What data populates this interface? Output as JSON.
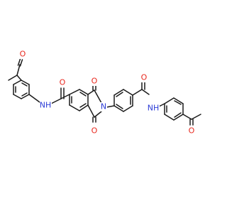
{
  "molecule": {
    "atoms": {
      "o_acetyl_left": "O",
      "nh_left": "NH",
      "o_amide_left": "O",
      "o_imide_top": "O",
      "n_imide": "N",
      "o_imide_bottom": "O",
      "o_amide_right": "O",
      "nh_right": "NH",
      "o_acetyl_right": "O"
    },
    "colors": {
      "bond": "#1a1a1a",
      "oxygen": "#e8281e",
      "nitrogen": "#2b3bd6"
    }
  }
}
